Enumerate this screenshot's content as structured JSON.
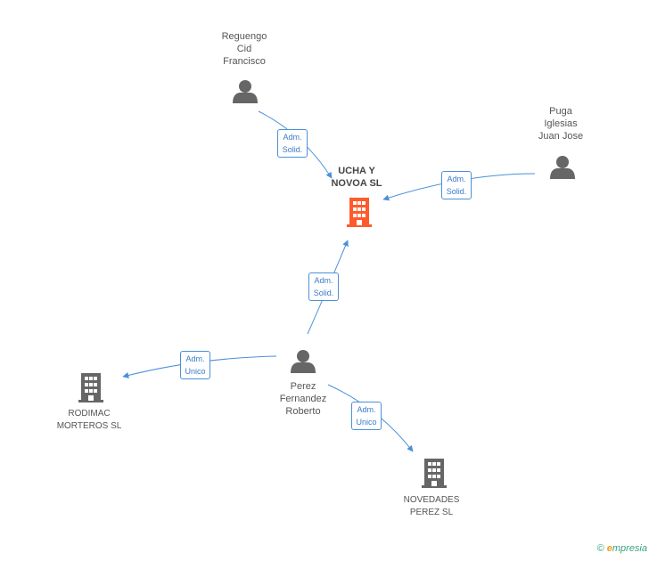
{
  "nodes": {
    "ucha": {
      "label": "UCHA Y\nNOVOA SL",
      "icon": "building-icon",
      "color": "#ff5a2c"
    },
    "reguengo": {
      "label": "Reguengo\nCid\nFrancisco",
      "icon": "person-icon"
    },
    "puga": {
      "label": "Puga\nIglesias\nJuan Jose",
      "icon": "person-icon"
    },
    "perez": {
      "label": "Perez\nFernandez\nRoberto",
      "icon": "person-icon"
    },
    "rodimac": {
      "label": "RODIMAC\nMORTEROS  SL",
      "icon": "building-icon",
      "color": "#666666"
    },
    "novedades": {
      "label": "NOVEDADES\nPEREZ SL",
      "icon": "building-icon",
      "color": "#666666"
    }
  },
  "edges": {
    "reguengo_ucha": "Adm.\nSolid.",
    "puga_ucha": "Adm.\nSolid.",
    "perez_ucha": "Adm.\nSolid.",
    "perez_rodimac": "Adm.\nUnico",
    "perez_novedades": "Adm.\nUnico"
  },
  "colors": {
    "edge": "#4a90d9",
    "person": "#666666"
  },
  "brand": {
    "copyright": "©",
    "first": "e",
    "rest": "mpresia"
  }
}
